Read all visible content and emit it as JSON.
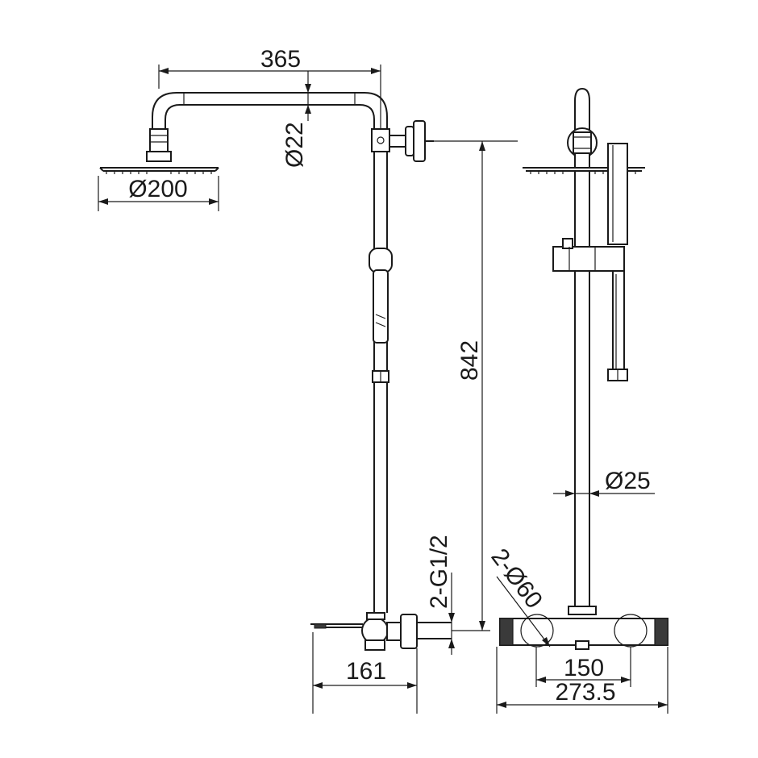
{
  "drawing": {
    "dimensions": {
      "arm_length": "365",
      "pipe_diameter": "Ø22",
      "head_diameter": "Ø200",
      "rail_height": "842",
      "riser_diameter": "Ø25",
      "inlet_thread": "2-G1/2",
      "escutcheon": "2-Ø60",
      "wall_depth": "161",
      "inlet_centers": "150",
      "valve_width": "273.5"
    },
    "colors": {
      "line": "#1a1a1a",
      "background": "#ffffff",
      "end_cap": "#3a3a3a"
    }
  }
}
